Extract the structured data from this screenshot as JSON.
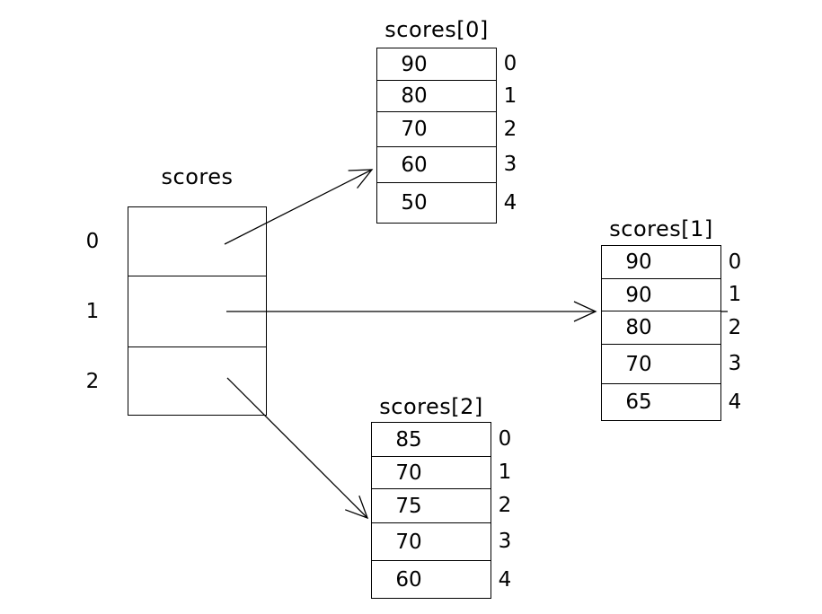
{
  "colors": {
    "background": "#ffffff",
    "line": "#000000",
    "text": "#000000"
  },
  "pointer_array": {
    "title": "scores",
    "indices": [
      "0",
      "1",
      "2"
    ]
  },
  "arrays": [
    {
      "title": "scores[0]",
      "values": [
        "90",
        "80",
        "70",
        "60",
        "50"
      ],
      "indices": [
        "0",
        "1",
        "2",
        "3",
        "4"
      ]
    },
    {
      "title": "scores[1]",
      "values": [
        "90",
        "90",
        "80",
        "70",
        "65"
      ],
      "indices": [
        "0",
        "1",
        "2",
        "3",
        "4"
      ]
    },
    {
      "title": "scores[2]",
      "values": [
        "85",
        "70",
        "75",
        "70",
        "60"
      ],
      "indices": [
        "0",
        "1",
        "2",
        "3",
        "4"
      ]
    }
  ]
}
